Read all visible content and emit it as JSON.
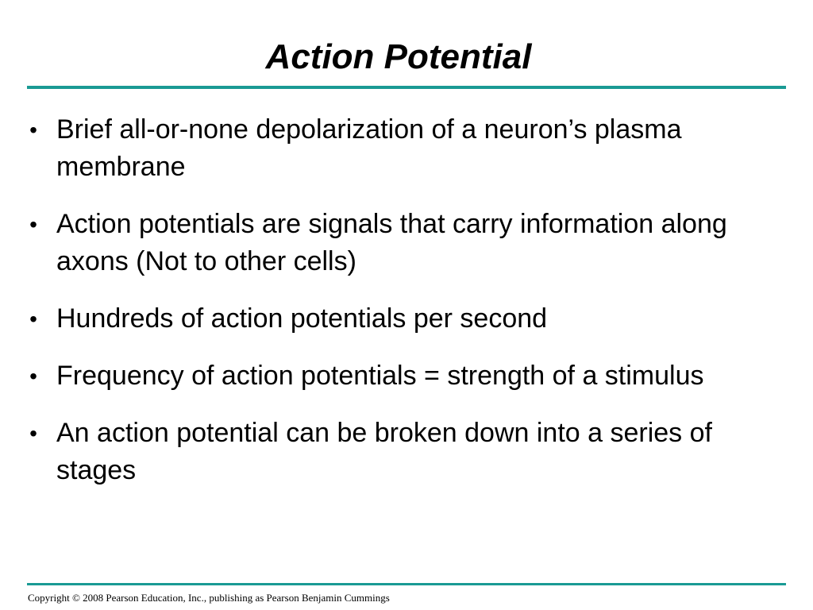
{
  "slide": {
    "title": "Action Potential",
    "bullet_glyph": "•",
    "bullets": [
      "Brief all-or-none depolarization of a neuron’s plasma membrane",
      "Action potentials are signals that carry information along axons (Not to other cells)",
      "Hundreds of action potentials per second",
      "Frequency of action potentials = strength of a stimulus",
      "An action potential can be broken down into a series of stages"
    ],
    "copyright": "Copyright © 2008 Pearson Education, Inc., publishing as Pearson Benjamin Cummings"
  },
  "colors": {
    "rule": "#1a9a94",
    "text": "#000000",
    "background": "#ffffff"
  }
}
